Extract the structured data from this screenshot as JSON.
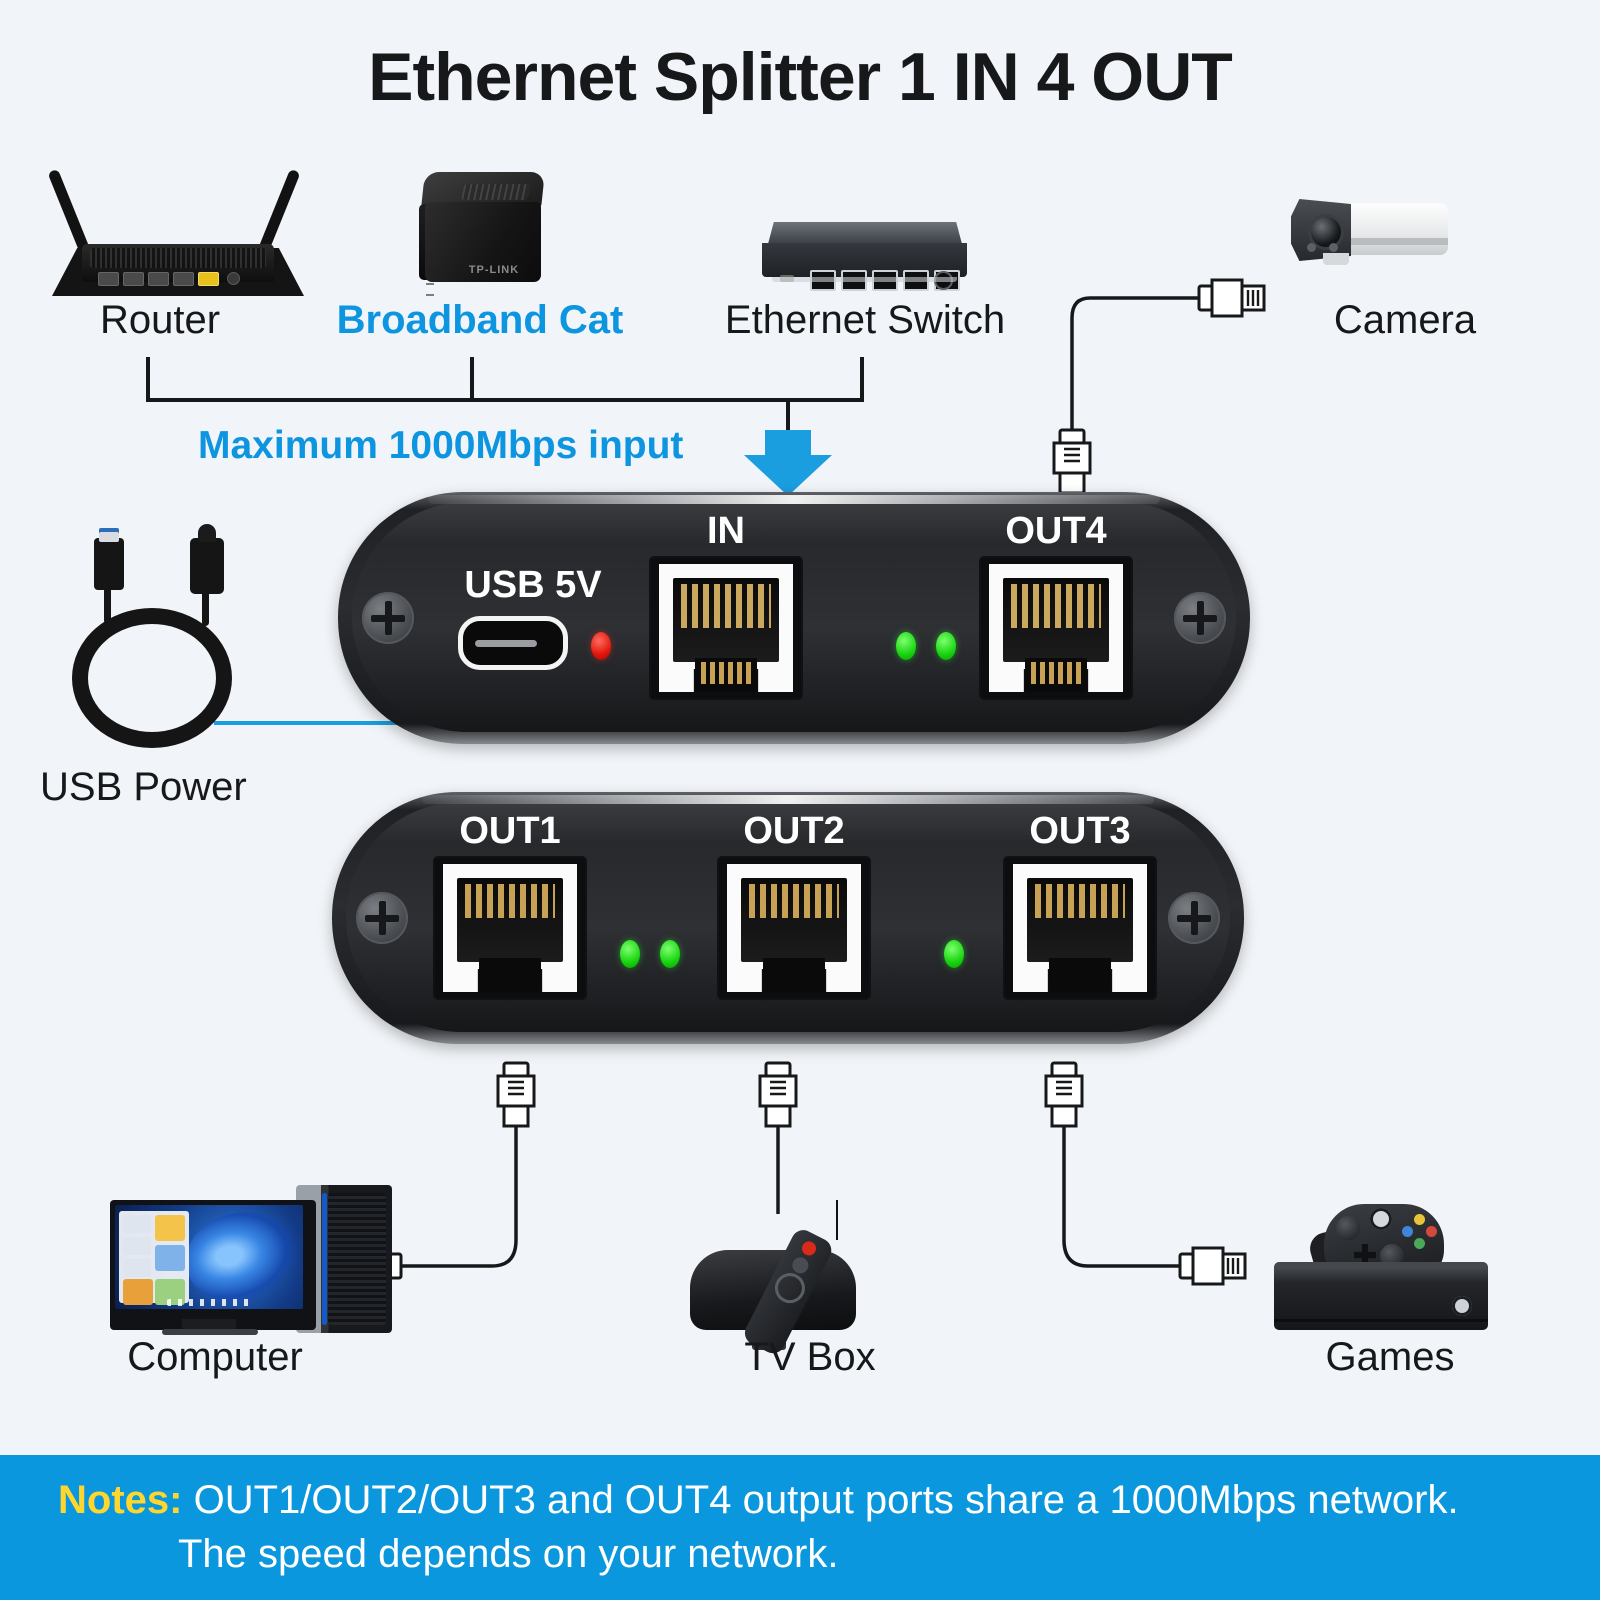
{
  "page": {
    "title": "Ethernet Splitter 1 IN 4 OUT",
    "background_color": "#f1f4f8",
    "accent_blue": "#0d95e0",
    "notes_banner_color": "#0b97dd",
    "notes_tag_color": "#ffd62e"
  },
  "sources": {
    "input_note": "Maximum 1000Mbps input",
    "devices": [
      {
        "label": "Router",
        "icon": "router-icon",
        "color": "#17181a"
      },
      {
        "label": "Broadband Cat",
        "icon": "modem-icon",
        "color": "#0d95e0"
      },
      {
        "label": "Ethernet Switch",
        "icon": "ethernet-switch-icon",
        "color": "#17181a"
      }
    ],
    "camera": {
      "label": "Camera",
      "icon": "bullet-camera-icon"
    }
  },
  "power": {
    "label": "USB Power",
    "icon": "usb-cable-icon"
  },
  "splitter": {
    "top_panel": {
      "usb_label": "USB 5V",
      "ports": [
        {
          "label": "IN"
        },
        {
          "label": "OUT4"
        }
      ],
      "leds": {
        "power": {
          "color": "#e2150b",
          "name": "red"
        },
        "link": [
          {
            "color": "#17d40f",
            "name": "green"
          },
          {
            "color": "#17d40f",
            "name": "green"
          }
        ]
      }
    },
    "bottom_panel": {
      "ports": [
        {
          "label": "OUT1"
        },
        {
          "label": "OUT2"
        },
        {
          "label": "OUT3"
        }
      ],
      "leds": [
        {
          "color": "#17d40f",
          "name": "green"
        },
        {
          "color": "#17d40f",
          "name": "green"
        },
        {
          "color": "#17d40f",
          "name": "green"
        }
      ]
    }
  },
  "clients": [
    {
      "label": "Computer",
      "icon": "desktop-computer-icon"
    },
    {
      "label": "TV Box",
      "icon": "tv-box-icon"
    },
    {
      "label": "Games",
      "icon": "game-console-icon"
    }
  ],
  "notes": {
    "tag": "Notes:",
    "line1": "OUT1/OUT2/OUT3 and OUT4 output ports share a 1000Mbps network.",
    "line2": "The speed depends on your network."
  }
}
